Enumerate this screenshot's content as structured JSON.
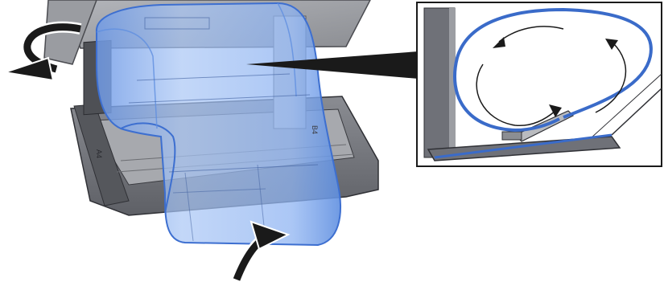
{
  "figure": {
    "main_view": "paper-curl-in-tray",
    "inset_view": "paper-loop-detail",
    "tray_markings": [
      "B4",
      "A4"
    ]
  },
  "colors": {
    "sheet_fill": "#8fb4f2",
    "sheet_edge": "#3d6fd0",
    "loop_stroke": "#3a6bc9",
    "tray_dark": "#6f7178",
    "tray_light": "#b9bbbf",
    "arrow": "#1a1a1a",
    "background": "#ffffff"
  }
}
